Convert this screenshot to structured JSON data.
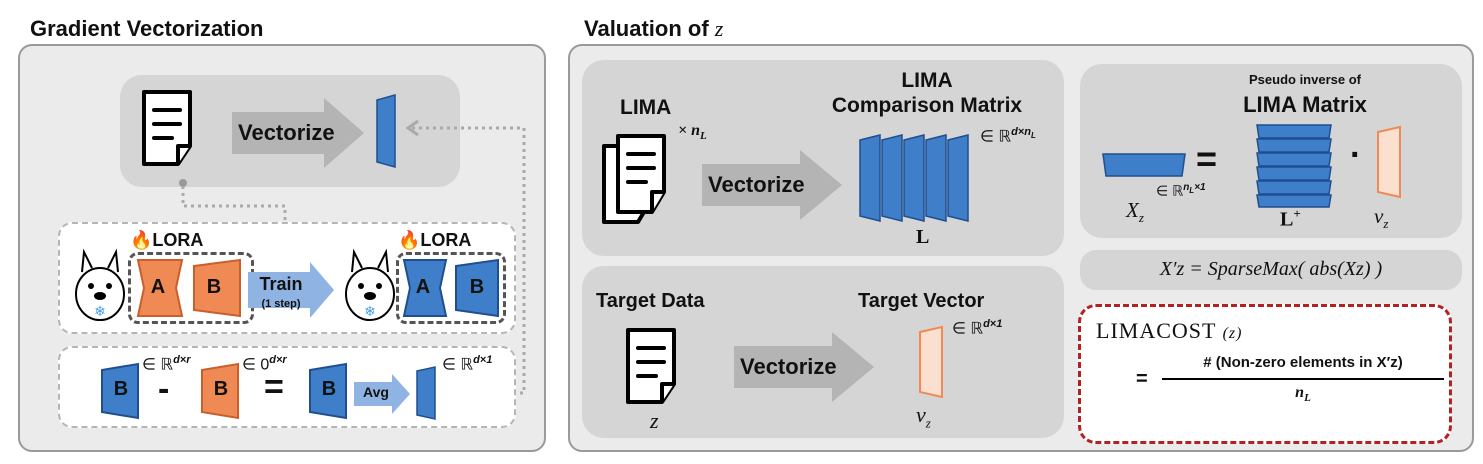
{
  "left": {
    "title": "Gradient Vectorization",
    "vectorize": "Vectorize",
    "lora1": "LORA",
    "lora2": "LORA",
    "a1": "A",
    "b1": "B",
    "a2": "A",
    "b2": "B",
    "train": "Train",
    "train_sub": "(1 step)",
    "b_left": "B",
    "b_mid": "B",
    "b_right": "B",
    "minus": "-",
    "equals": "=",
    "avg": "Avg",
    "in_r_dxr": "∈ ℝ",
    "sup_dxr": "d×r",
    "in_0_dxr": "∈ 0",
    "sup_dxr2": "d×r",
    "in_r_dx1": "∈ ℝ",
    "sup_dx1": "d×1"
  },
  "right": {
    "title_prefix": "Valuation of ",
    "title_var": "z",
    "lima": "LIMA",
    "times_nl": "× n",
    "times_nl_sub": "L",
    "matrix_title_1": "LIMA",
    "matrix_title_2": "Comparison Matrix",
    "in_r_dxnl": "∈ ℝ",
    "sup_dxnl": "d×n",
    "sup_dxnl_sub": "L",
    "vectorize1": "Vectorize",
    "matrix_label": "L",
    "target_data": "Target Data",
    "target_vector": "Target Vector",
    "vectorize2": "Vectorize",
    "z_label": "z",
    "in_r_dx1": "∈ ℝ",
    "sup_dx1": "d×1",
    "vz_label": "v",
    "vz_sub": "z",
    "pinv_title_1": "Pseudo inverse of",
    "pinv_title_2": "LIMA Matrix",
    "equals": "=",
    "dot": "·",
    "in_r_nlx1": "∈ ℝ",
    "sup_nlx1": "n",
    "sup_nlx1_sub": "L",
    "sup_nlx1_tail": "×1",
    "xz_label": "X",
    "xz_sub": "z",
    "lplus_label": "L",
    "lplus_sup": "+",
    "vz2_label": "v",
    "vz2_sub": "z",
    "sparsemax": "X′z = SparseMax( abs(Xz) )",
    "cost_name": "LIMACOST",
    "cost_arg": "(z)",
    "cost_eq": "=",
    "cost_numer": "# (Non-zero elements in X′z)",
    "cost_denom": "n",
    "cost_denom_sub": "L"
  },
  "colors": {
    "blue": "#3f7fc9",
    "orange": "#ef8a55",
    "light_orange": "#fbe0cf",
    "red_dash": "#b22222",
    "panel_gray": "#ebebeb",
    "sub_gray": "#d5d5d5"
  }
}
